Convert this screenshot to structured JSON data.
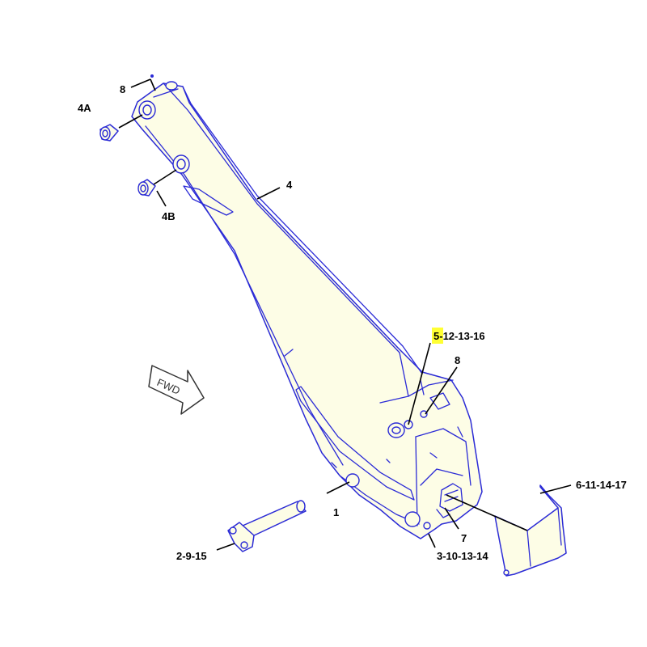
{
  "colors": {
    "line": "#2b2bd6",
    "fill": "#fdfde6",
    "highlight": "#ffff33",
    "text": "#000000"
  },
  "callouts": {
    "c_8_top": "8",
    "c_4a": "4A",
    "c_4b": "4B",
    "c_4": "4",
    "c_5_hl": "5",
    "c_5_rest": "-12-13-16",
    "c_8_mid": "8",
    "c_1": "1",
    "c_2": "2-9-15",
    "c_3": "3-10-13-14",
    "c_7": "7",
    "c_6": "6-11-14-17"
  },
  "fwd_label": "FWD"
}
